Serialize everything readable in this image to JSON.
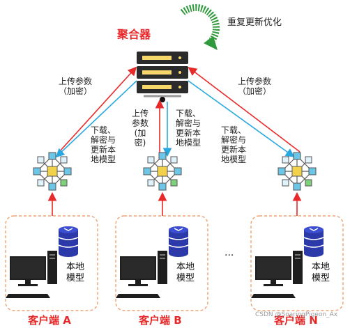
{
  "aggregator": {
    "title": "聚合器",
    "loop_label": "重复更新优化"
  },
  "arrows": {
    "upload": [
      "上传参数",
      "（加密）"
    ],
    "upload_mid": [
      "上传",
      "参数",
      "(加",
      "密)"
    ],
    "download": [
      "下载、",
      "解密与",
      "更新本",
      "地模型"
    ]
  },
  "clients": [
    {
      "label": "客户端 A",
      "local_model": [
        "本地",
        "模型"
      ]
    },
    {
      "label": "客户端 B",
      "local_model": [
        "本地",
        "模型"
      ]
    },
    {
      "label": "客户端 N",
      "local_model": [
        "本地",
        "模型"
      ]
    }
  ],
  "ellipsis": "...",
  "watermark": "CSDN @SoaringPigeon_Ax",
  "colors": {
    "upload": "#e8292a",
    "download": "#29a8e0",
    "title": "#e8292a",
    "box_border": "#f0a070",
    "loop": "#2f9a3b",
    "server": "#2b2b2b"
  }
}
